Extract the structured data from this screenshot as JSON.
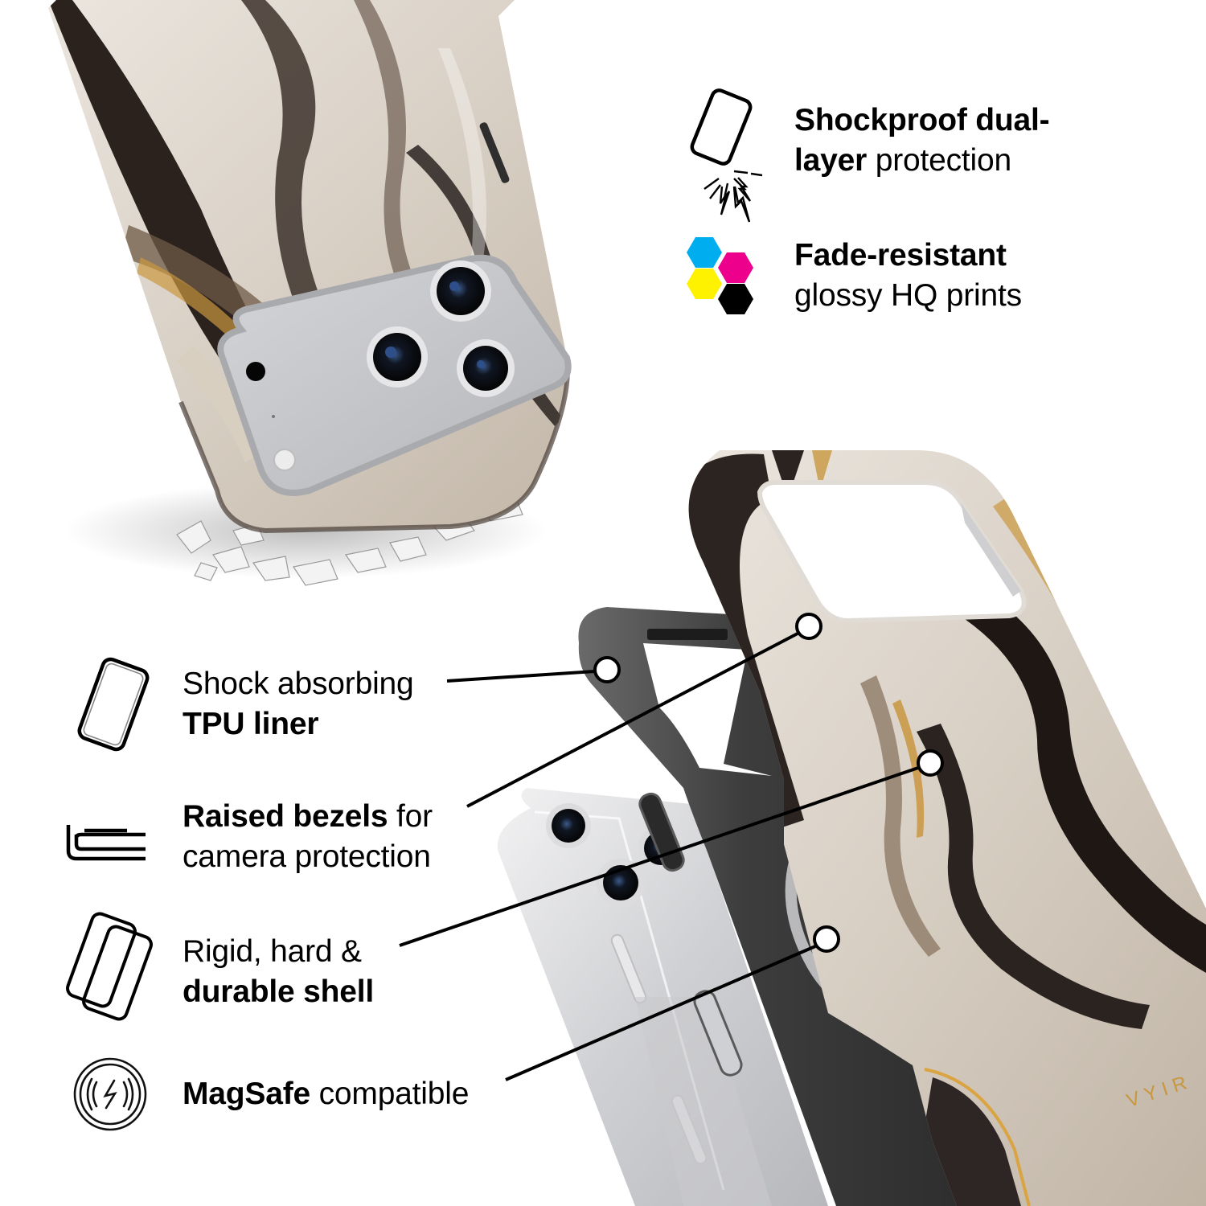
{
  "brand": {
    "logo_text": "VYIR",
    "logo_color": "#c9973f"
  },
  "top_features": [
    {
      "id": "shockproof",
      "icon": "phone-impact-icon",
      "line1_bold": "Shockproof dual-",
      "line2_bold": "layer",
      "line2_regular": " protection"
    },
    {
      "id": "fade",
      "icon": "cmyk-hexagons-icon",
      "line1_bold": "Fade-resistant",
      "line2_regular": "glossy HQ prints"
    }
  ],
  "side_features": [
    {
      "id": "tpu",
      "icon": "tpu-liner-icon",
      "line1_regular": "Shock absorbing",
      "line2_bold": "TPU liner"
    },
    {
      "id": "bezel",
      "icon": "raised-bezel-icon",
      "line1_bold": "Raised bezels",
      "line1_regular": " for",
      "line2_regular": "camera protection"
    },
    {
      "id": "shell",
      "icon": "dual-shell-icon",
      "line1_regular": "Rigid, hard &",
      "line2_bold": "durable shell"
    },
    {
      "id": "magsafe",
      "icon": "magsafe-icon",
      "line1_bold": "MagSafe",
      "line1_regular": " compatible"
    }
  ],
  "cmyk_colors": {
    "cyan": "#00aeef",
    "magenta": "#ec008c",
    "yellow": "#fff200",
    "black": "#000000"
  },
  "marble_colors": {
    "cream": "#ebe6df",
    "taupe": "#b3a594",
    "dark": "#2a211d",
    "gold": "#c9973f"
  },
  "liner_color": "#3a3a3a",
  "phone_silver": "#d9d9db"
}
